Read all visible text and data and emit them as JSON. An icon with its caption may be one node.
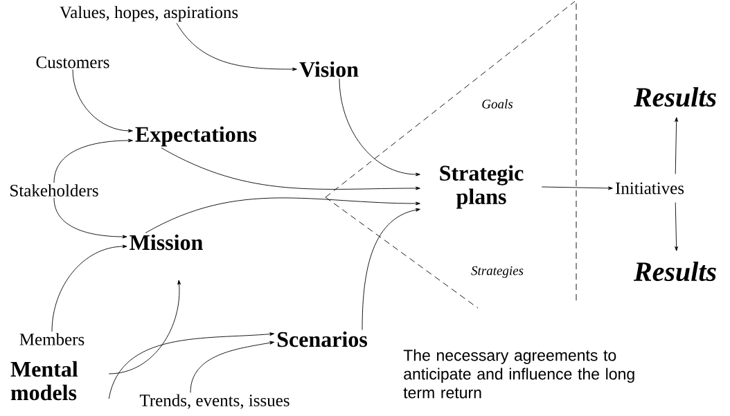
{
  "diagram": {
    "nodes": [
      {
        "text": [
          "Values, hopes, aspirations"
        ]
      },
      {
        "text": [
          "Vision"
        ]
      },
      {
        "text": [
          "Customers"
        ]
      },
      {
        "text": [
          "Expectations"
        ]
      },
      {
        "text": [
          "Stakeholders"
        ]
      },
      {
        "text": [
          "Mission"
        ]
      },
      {
        "text": [
          "Members"
        ]
      },
      {
        "text": [
          "Mental models"
        ]
      },
      {
        "text": [
          "Scenarios"
        ]
      },
      {
        "text": [
          "Trends, events, issues"
        ]
      },
      {
        "text": [
          "Strategic plans"
        ]
      },
      {
        "text": [
          "Initiatives"
        ]
      },
      {
        "text": [
          "Results"
        ]
      },
      {
        "text": [
          "Results"
        ]
      }
    ],
    "edges": [
      {
        "from": 0,
        "to": 1,
        "arrow": "to"
      },
      {
        "from": 2,
        "to": 3,
        "arrow": "to"
      },
      {
        "from": 4,
        "to": 3,
        "arrow": "to"
      },
      {
        "from": 4,
        "to": 5,
        "arrow": "to"
      },
      {
        "from": 6,
        "to": 5,
        "arrow": "to"
      },
      {
        "from": 1,
        "to": 10,
        "arrow": "to"
      },
      {
        "from": 3,
        "to": 10,
        "arrow": "to"
      },
      {
        "from": 5,
        "to": 10,
        "arrow": "to"
      },
      {
        "from": 8,
        "to": 10,
        "arrow": "to"
      },
      {
        "from": 7,
        "to": 5,
        "arrow": "to"
      },
      {
        "from": 7,
        "to": 8,
        "arrow": "to"
      },
      {
        "from": 9,
        "to": 8,
        "arrow": "to"
      },
      {
        "from": 10,
        "to": 11,
        "arrow": "to"
      },
      {
        "from": 11,
        "to": 12,
        "arrow": "to"
      },
      {
        "from": 11,
        "to": 13,
        "arrow": "to"
      }
    ],
    "labels": [
      "Goals",
      "Strategies",
      "The necessary agreements to anticipate and influence the long term return"
    ]
  }
}
